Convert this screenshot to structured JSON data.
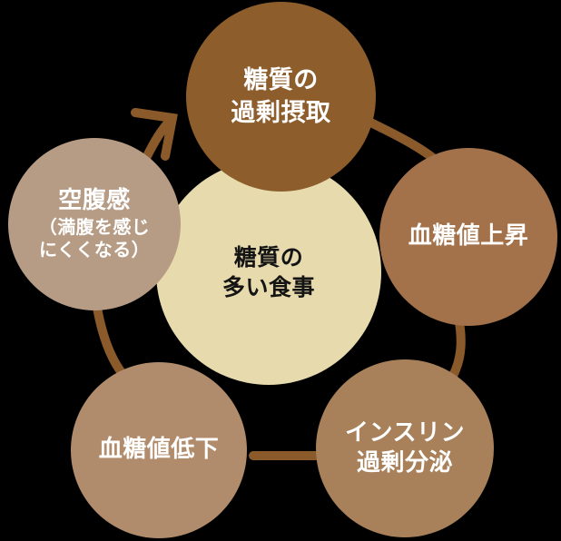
{
  "diagram": {
    "type": "cycle",
    "background_color": "#000000",
    "center": {
      "id": "center",
      "label": "糖質の\n多い食事",
      "fill": "#E7DBAD",
      "text_color": "#141414"
    },
    "nodes": [
      {
        "id": "top",
        "label": "糖質の\n過剰摂取",
        "fill": "#8D5D2C",
        "text_color": "#FFFFFF",
        "order": 1
      },
      {
        "id": "right",
        "label": "血糖値上昇",
        "fill": "#A3724A",
        "text_color": "#FFFFFF",
        "order": 2
      },
      {
        "id": "bottom-right",
        "label": "インスリン\n過剰分泌",
        "fill": "#A8805A",
        "text_color": "#FFFFFF",
        "order": 3
      },
      {
        "id": "bottom-left",
        "label": "血糖値低下",
        "fill": "#B08C6C",
        "text_color": "#FFFFFF",
        "order": 4
      },
      {
        "id": "left",
        "label_primary": "空腹感",
        "label_secondary": "（満腹を感じ\nにくくなる）",
        "fill": "#B79C85",
        "text_color": "#FFFFFF",
        "order": 5
      }
    ],
    "connectors": {
      "color": "#8B5A2B",
      "stroke_width": 10,
      "arrow": {
        "present": true,
        "direction": "up-right",
        "from": "left",
        "to": "top"
      }
    }
  }
}
